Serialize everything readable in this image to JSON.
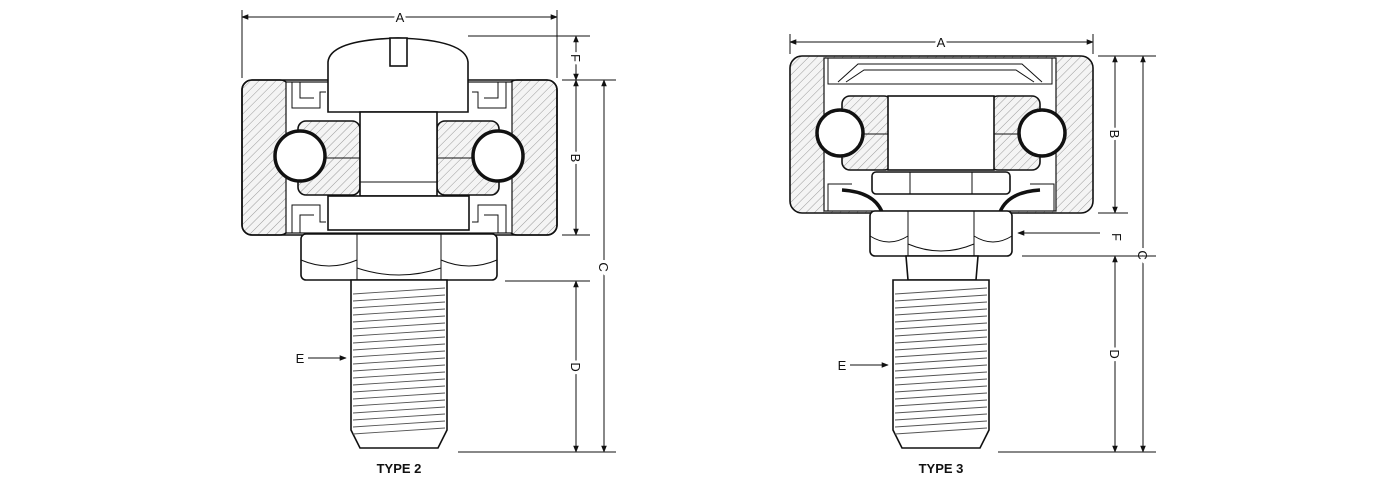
{
  "diagrams": [
    {
      "caption": "TYPE 2",
      "dimensions": {
        "A": "A",
        "B": "B",
        "C": "C",
        "D": "D",
        "E": "E",
        "F": "F"
      }
    },
    {
      "caption": "TYPE 3",
      "dimensions": {
        "A": "A",
        "B": "B",
        "C": "C",
        "D": "D",
        "E": "E",
        "F": "F"
      }
    }
  ],
  "colors": {
    "line": "#111111",
    "hatch_bg": "#f4f4f4",
    "hatch_line": "#9a9a9a",
    "fill": "#ffffff"
  }
}
